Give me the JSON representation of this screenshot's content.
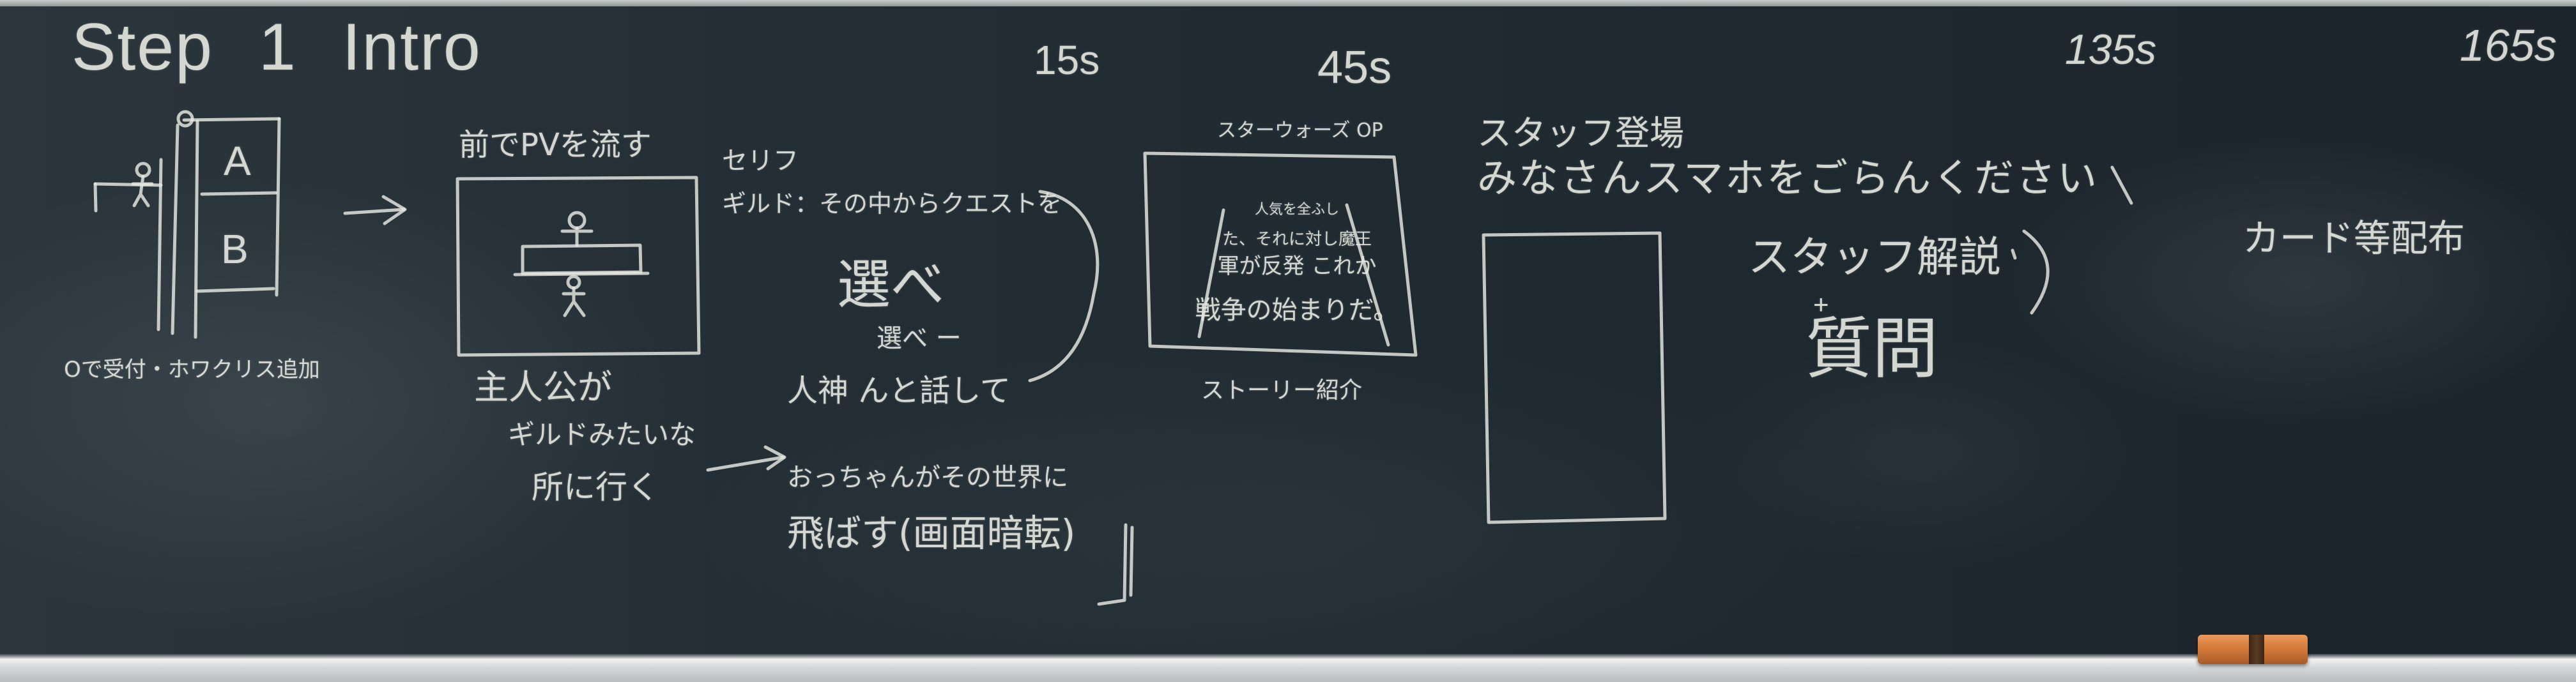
{
  "title": "Step 1 Intro",
  "timeline": {
    "t1": "15s",
    "t2": "45s",
    "t3": "135s",
    "t4": "165s"
  },
  "reception": {
    "cell_a": "A",
    "cell_b": "B",
    "note": "Oで受付・ホワクリス追加"
  },
  "pv": {
    "caption": "前でPVを流す",
    "line1": "主人公が",
    "line2": "ギルドみたいな",
    "line3": "所に行く"
  },
  "transition": {
    "line1": "おっちゃんがその世界に",
    "line2": "飛ばす(画面暗転)"
  },
  "dialogue": {
    "label": "セリフ",
    "line1": "ギルド：その中からクエストを",
    "line2": "選べ",
    "line3": "選べ ー",
    "line4": "人神 んと話して"
  },
  "opening": {
    "title": "スターウォーズ OP",
    "crawl": [
      "人気を全ふし",
      "た、それに対し魔王",
      "軍が反発 これか",
      "戦争の始まりだ。"
    ],
    "caption": "ストーリー紹介"
  },
  "staff": {
    "entrance": "スタッフ登場",
    "instruction": "みなさんスマホをごらんください",
    "commentary": "スタッフ解説",
    "plus": "+",
    "questions": "質問"
  },
  "handout": "カード等配布",
  "colors": {
    "board": "#222c33",
    "chalk": "#e8e9e2",
    "tray": "#d3d6d6",
    "eraser": "#d67c3c"
  }
}
